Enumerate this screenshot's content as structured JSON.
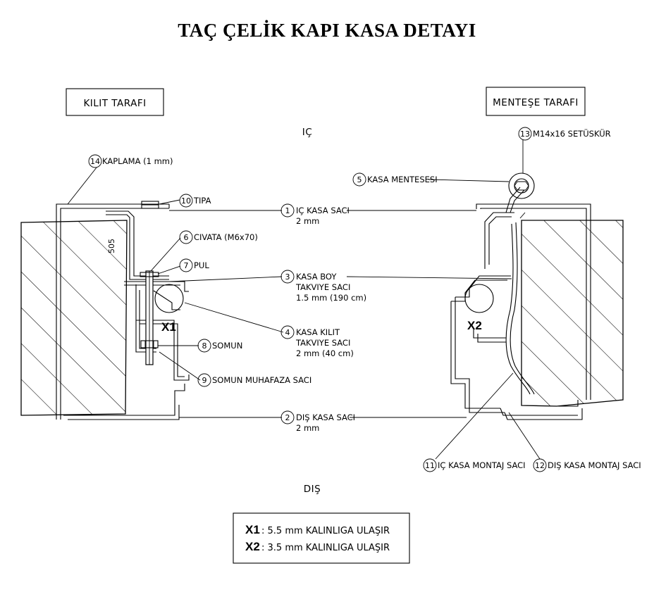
{
  "title": "TAÇ ÇELİK KAPI KASA DETAYI",
  "sides": {
    "lock": "KILIT TARAFI",
    "hinge": "MENTEŞE TARAFI"
  },
  "zones": {
    "inside": "IÇ",
    "outside": "DIŞ"
  },
  "callouts": [
    {
      "num": "14",
      "text": "KAPLAMA (1 mm)"
    },
    {
      "num": "10",
      "text": "TIPA"
    },
    {
      "num": "6",
      "text": "CIVATA (M6x70)"
    },
    {
      "num": "7",
      "text": "PUL"
    },
    {
      "num": "1",
      "text": "IÇ KASA SACI",
      "sub": [
        "2 mm"
      ]
    },
    {
      "num": "3",
      "text": "KASA BOY",
      "sub": [
        "TAKVIYE SACI",
        "1.5 mm (190 cm)"
      ]
    },
    {
      "num": "4",
      "text": "KASA KILIT",
      "sub": [
        "TAKVIYE SACI",
        "2 mm (40 cm)"
      ]
    },
    {
      "num": "8",
      "text": "SOMUN"
    },
    {
      "num": "9",
      "text": "SOMUN MUHAFAZA SACI"
    },
    {
      "num": "2",
      "text": "DIŞ KASA SACI",
      "sub": [
        "2 mm"
      ]
    },
    {
      "num": "13",
      "text": "M14x16 SETÜSKÜR"
    },
    {
      "num": "5",
      "text": "KASA MENTESESI"
    },
    {
      "num": "11",
      "text": "IÇ KASA MONTAJ SACI"
    },
    {
      "num": "12",
      "text": "DIŞ KASA MONTAJ SACI"
    }
  ],
  "details": {
    "x1": "X1",
    "x2": "X2"
  },
  "dim_label": "505",
  "legend": [
    {
      "key": "X1",
      "text": ": 5.5 mm KALINLIGA ULAŞIR"
    },
    {
      "key": "X2",
      "text": ": 3.5 mm KALINLIGA ULAŞIR"
    }
  ]
}
